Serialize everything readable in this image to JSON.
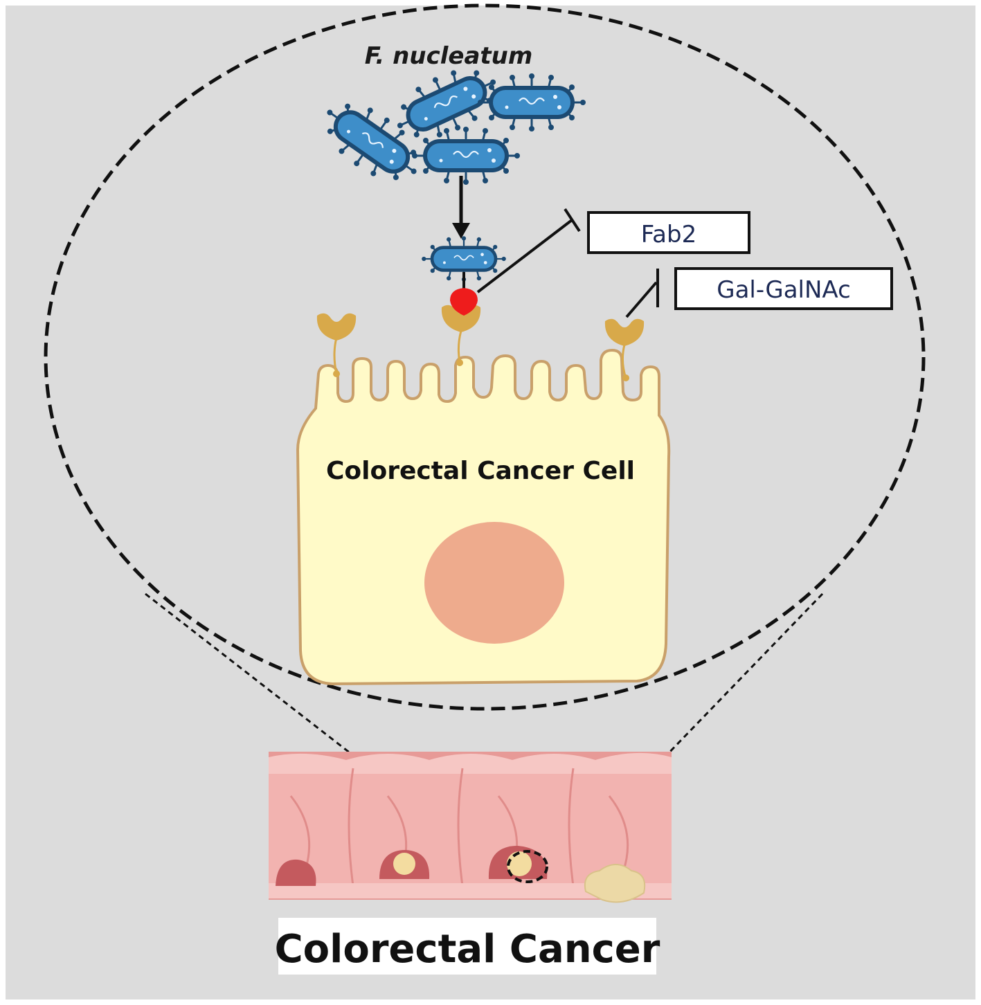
{
  "labels": {
    "organism": "F. nucleatum",
    "inhibitor_1": "Fab2",
    "inhibitor_2": "Gal-GalNAc",
    "cell": "Colorectal Cancer Cell",
    "tissue": "Colorectal Cancer"
  },
  "colors": {
    "background": "#dcdcdc",
    "bacterium_fill": "#3e8ec9",
    "bacterium_outline": "#1c4a72",
    "adhesin": "#ee1c1c",
    "receptor": "#d8a94a",
    "cell_fill": "#fffac8",
    "cell_outline": "#c9a06a",
    "nucleus": "#eeab8d",
    "label_text": "#1d2a55",
    "colon_wall": "#f2b3b0",
    "colon_dark": "#e08c8a",
    "tumor": "#c45a5e",
    "tumor_core": "#f3dca0"
  }
}
